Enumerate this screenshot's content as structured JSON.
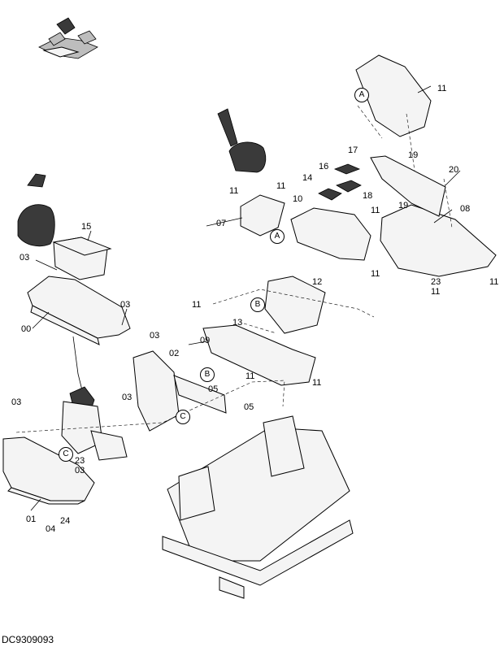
{
  "drawing_code": "DC9309093",
  "labels": [
    "00",
    "01",
    "02",
    "03",
    "04",
    "05",
    "07",
    "08",
    "09",
    "10",
    "11",
    "12",
    "13",
    "14",
    "15",
    "16",
    "17",
    "18",
    "19",
    "20",
    "23",
    "24"
  ],
  "circle_refs": [
    "A",
    "B",
    "C"
  ],
  "compass_icon": "direction-compass-icon"
}
